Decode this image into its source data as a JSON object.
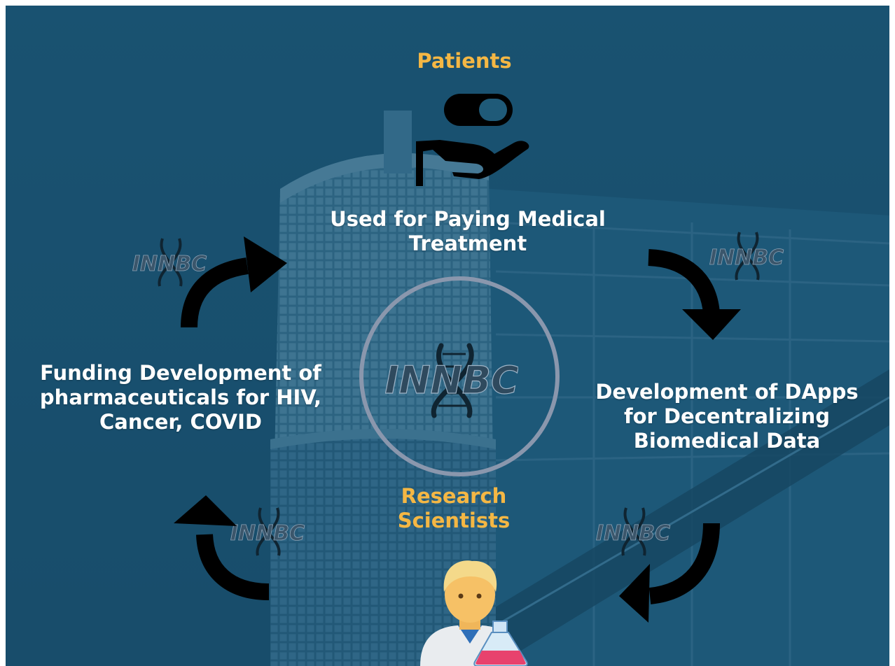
{
  "diagram": {
    "nodes": {
      "patients": "Patients",
      "paying": [
        "Used for Paying Medical",
        "Treatment"
      ],
      "dapps": [
        "Development of DApps",
        "for Decentralizing",
        "Biomedical Data"
      ],
      "funding": [
        "Funding Development of",
        "pharmaceuticals for HIV,",
        "Cancer, COVID"
      ],
      "scientists": [
        "Research",
        "Scientists"
      ]
    },
    "logo_text": "INNBC",
    "colors": {
      "background": "#1f5a78",
      "highlight": "#f4b744",
      "text": "#ffffff",
      "arrow": "#000000",
      "circle": "#8a97ad"
    },
    "icons": {
      "patients": "pill-in-hand-icon",
      "scientists": "scientist-with-flask-icon",
      "watermark": "dna-logo-icon"
    }
  }
}
